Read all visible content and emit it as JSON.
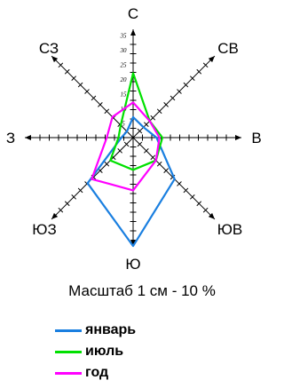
{
  "chart_data": {
    "type": "wind_rose",
    "directions": [
      "С",
      "СВ",
      "В",
      "ЮВ",
      "Ю",
      "ЮЗ",
      "З",
      "СЗ"
    ],
    "tick_labels": [
      "5",
      "10",
      "15",
      "20",
      "25",
      "30",
      "35"
    ],
    "scale_note": "Масштаб 1 см - 10 %",
    "series": [
      {
        "name": "январь",
        "color": "#1a7fe0",
        "values": [
          7,
          5,
          8,
          20,
          37,
          22,
          4,
          3
        ]
      },
      {
        "name": "июль",
        "color": "#00e000",
        "values": [
          22,
          8,
          10,
          11,
          11,
          11,
          5,
          6
        ]
      },
      {
        "name": "год",
        "color": "#ff00ff",
        "values": [
          12,
          8,
          9,
          11,
          18,
          20,
          9,
          10
        ]
      }
    ]
  }
}
